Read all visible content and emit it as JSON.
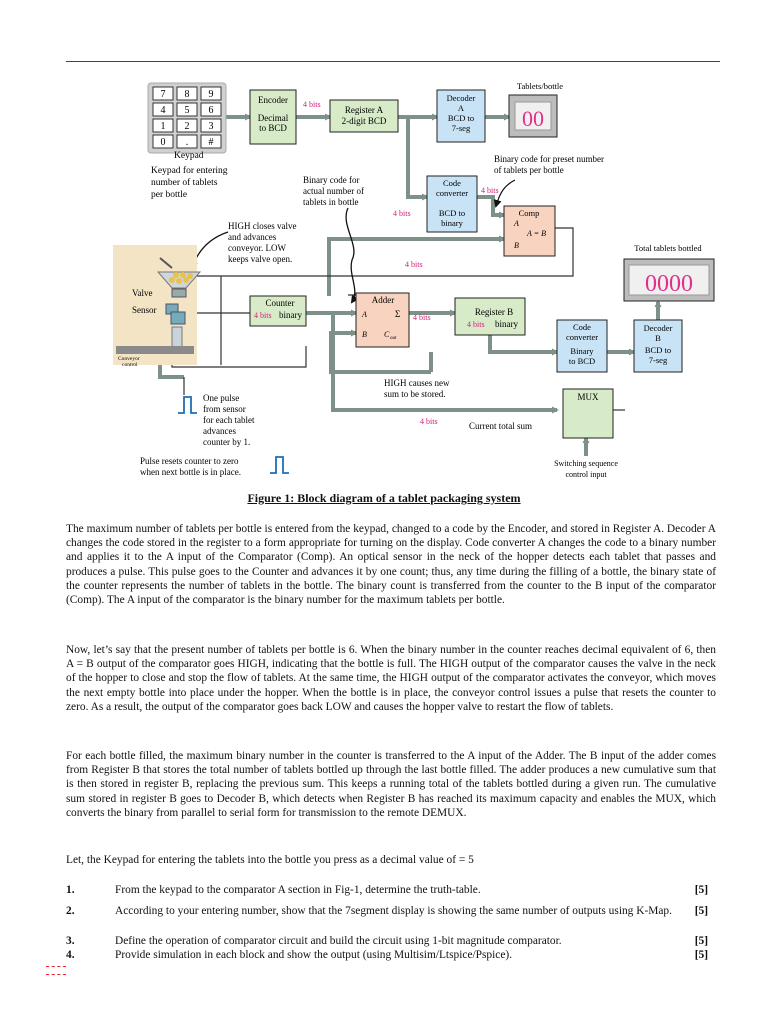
{
  "diagram": {
    "keypad_keys": [
      "7",
      "8",
      "9",
      "4",
      "5",
      "6",
      "1",
      "2",
      "3",
      "0",
      ".",
      "#"
    ],
    "keypad_label": "Keypad",
    "keypad_desc": [
      "Keypad for entering",
      "number of tablets",
      "per bottle"
    ],
    "encoder": [
      "Encoder",
      "Decimal",
      "to BCD"
    ],
    "register_a": [
      "Register A",
      "2-digit BCD"
    ],
    "decoder_a": [
      "Decoder",
      "A",
      "BCD to",
      "7-seg"
    ],
    "tablets_bottle_label": "Tablets/bottle",
    "display_a": "00",
    "preset_note": [
      "Binary code for preset number",
      "of tablets per bottle"
    ],
    "actual_note": [
      "Binary code for",
      "actual number of",
      "tablets in bottle"
    ],
    "code_converter_a": [
      "Code",
      "converter",
      "BCD to",
      "binary"
    ],
    "comp": [
      "Comp",
      "A",
      "A = B",
      "B"
    ],
    "high_closes": [
      "HIGH closes valve",
      "and advances",
      "conveyor. LOW",
      "keeps valve open."
    ],
    "total_tablets_label": "Total tablets bottled",
    "display_b": "0000",
    "valve_label": "Valve",
    "sensor_label": "Sensor",
    "conveyor_label": [
      "Conveyor",
      "control"
    ],
    "counter": [
      "Counter",
      "binary"
    ],
    "adder": [
      "Adder",
      "A",
      "Σ",
      "B",
      "C"
    ],
    "adder_cout_sub": "out",
    "register_b": [
      "Register B",
      "binary"
    ],
    "code_converter_b": [
      "Code",
      "converter",
      "Binary",
      "to BCD"
    ],
    "decoder_b": [
      "Decoder",
      "B",
      "BCD to",
      "7-seg"
    ],
    "bits_label": "4 bits",
    "high_causes": [
      "HIGH causes new",
      "sum to be stored."
    ],
    "mux_label": "MUX",
    "current_total": "Current total sum",
    "switching": [
      "Switching sequence",
      "control input"
    ],
    "one_pulse": [
      "One pulse",
      "from sensor",
      "for each tablet",
      "advances",
      "counter by 1."
    ],
    "pulse_resets": [
      "Pulse resets counter to zero",
      "when next bottle is in place."
    ],
    "colors": {
      "block_green": "#d8ebc8",
      "block_blue": "#c8e3f5",
      "wire": "#7e9188",
      "display_magenta": "#e0308a",
      "annot_magenta": "#d0207a",
      "hopper_bg": "#f3e4c6"
    }
  },
  "figure_caption": "Figure 1: Block diagram of a tablet packaging system",
  "paragraphs": [
    "The maximum number of tablets per bottle is entered from the keypad, changed to a code by the Encoder, and stored in Register A. Decoder A changes the code stored in the register to a form appropriate for turning on the display. Code converter A changes the code to a binary number and applies it to the A input of the Comparator (Comp). An optical sensor in the neck of the hopper detects each tablet that passes and produces a pulse. This pulse goes to the Counter and advances it by one count; thus, any time during the filling of a bottle, the binary state of the counter represents the number of tablets in the bottle. The binary count is transferred from the counter to the B input of the comparator (Comp). The A input of the comparator is the binary number for the maximum tablets per bottle.",
    "Now, let’s say that the present number of tablets per bottle is 6.  When the binary number in the counter reaches decimal equivalent of 6, then A = B output of the comparator goes HIGH, indicating that the bottle is full. The HIGH output of the comparator causes the valve in the neck of the hopper to close and stop the flow of tablets. At the same time, the HIGH output of the comparator activates the conveyor, which moves the next empty bottle into place under the hopper. When the bottle is in place, the conveyor control issues a pulse that resets the counter to zero. As a result, the output of the comparator goes back LOW and causes the hopper valve to restart the flow of tablets.",
    "For each bottle filled, the maximum binary number in the counter is transferred to the A input of the Adder. The B input of the adder comes from Register B that stores the total number of tablets bottled up through the last bottle filled. The adder produces a new cumulative sum that is then stored in register B, replacing the previous sum. This keeps a running total of the tablets bottled during a given run. The cumulative sum stored in register B goes to Decoder B, which detects when Register B has reached its maximum capacity and enables the MUX, which converts the binary from parallel to serial form for transmission to the remote DEMUX.",
    "Let, the Keypad for entering the tablets into the bottle you press as a decimal value of = 5"
  ],
  "questions": [
    {
      "num": "1.",
      "text": "From the keypad to the comparator A section in Fig-1, determine the truth-table.",
      "marks": "[5]"
    },
    {
      "num": "2.",
      "text": "According to your entering number, show that the 7segment display is showing the same number of outputs using K-Map.",
      "marks": "[5]"
    },
    {
      "num": "3.",
      "text": "Define the operation of comparator circuit and build the circuit using 1-bit magnitude comparator.",
      "marks": "[5]"
    },
    {
      "num": "4.",
      "text": "Provide simulation in each block and show the output (using Multisim/Ltspice/Pspice).",
      "marks": "[5]"
    }
  ]
}
